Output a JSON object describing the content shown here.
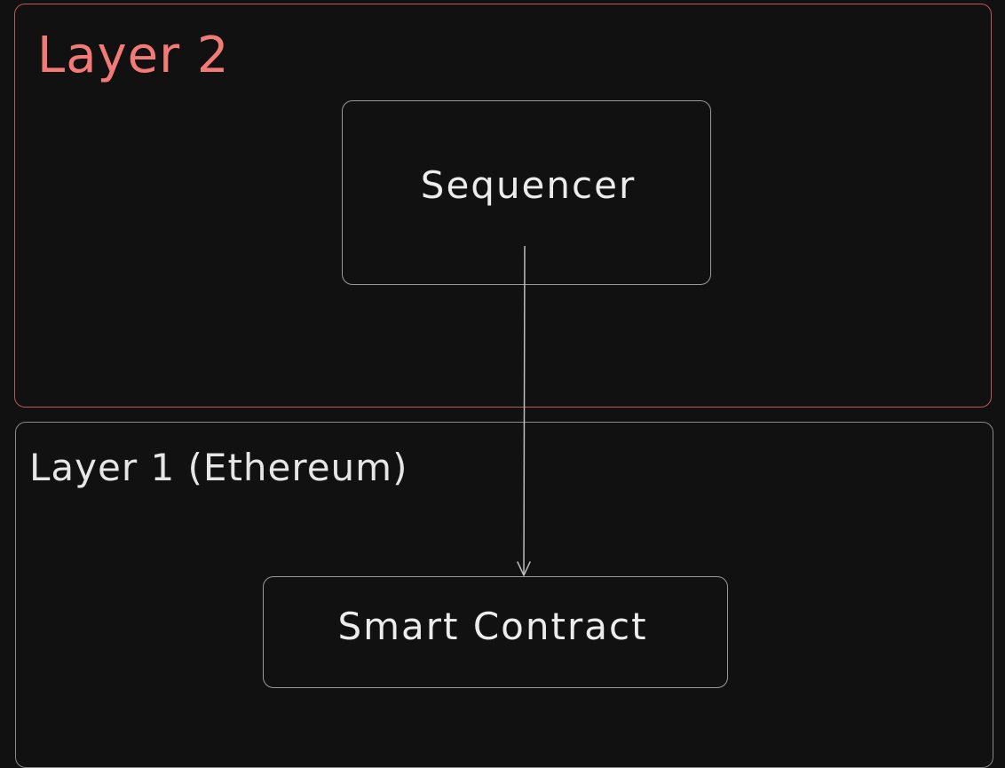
{
  "diagram": {
    "layer2": {
      "title": "Layer 2",
      "color": "#f27b78"
    },
    "layer1": {
      "title": "Layer 1 (Ethereum)"
    },
    "nodes": {
      "sequencer": {
        "label": "Sequencer"
      },
      "smart_contract": {
        "label": "Smart Contract"
      }
    },
    "edges": [
      {
        "from": "Sequencer",
        "to": "Smart Contract",
        "direction": "down"
      }
    ]
  }
}
